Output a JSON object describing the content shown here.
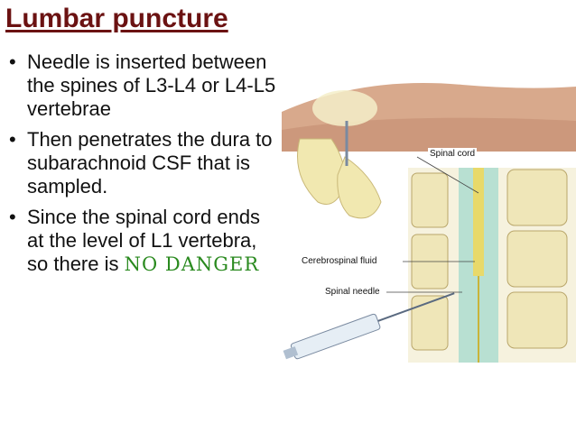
{
  "slide": {
    "title": "Lumbar puncture",
    "bullets": [
      {
        "text": "Needle is inserted between the spines of L3-L4 or L4-L5 vertebrae"
      },
      {
        "text": "Then penetrates the dura to subarachnoid CSF that is sampled."
      },
      {
        "text": "Since the spinal cord ends at the level of L1 vertebra, so there is ",
        "highlight": "NO DANGER"
      }
    ],
    "bullet_glyph": "•",
    "colors": {
      "title": "#6b1212",
      "highlight": "#2a8a1f",
      "csf": "#b8e0d2",
      "bone": "#efe6b8"
    }
  },
  "illustration": {
    "labels": {
      "spinal_cord": "Spinal cord",
      "csf": "Cerebrospinal fluid",
      "needle": "Spinal needle"
    }
  }
}
